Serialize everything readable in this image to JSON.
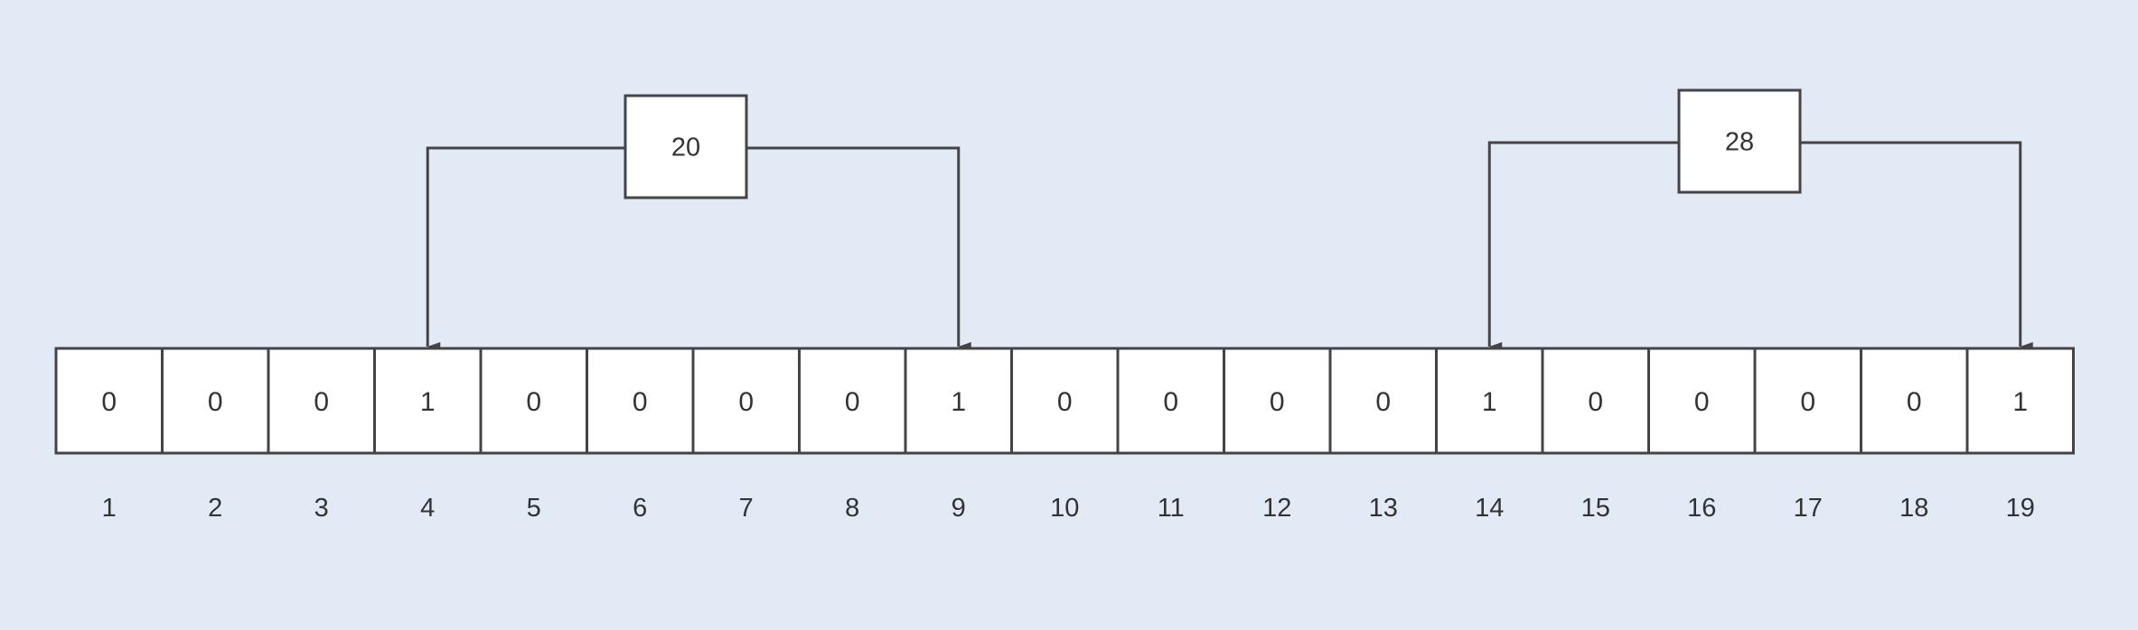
{
  "bit_array": {
    "cells": [
      "0",
      "0",
      "0",
      "1",
      "0",
      "0",
      "0",
      "0",
      "1",
      "0",
      "0",
      "0",
      "0",
      "1",
      "0",
      "0",
      "0",
      "0",
      "1"
    ],
    "indices": [
      "1",
      "2",
      "3",
      "4",
      "5",
      "6",
      "7",
      "8",
      "9",
      "10",
      "11",
      "12",
      "13",
      "14",
      "15",
      "16",
      "17",
      "18",
      "19"
    ]
  },
  "hash_keys": [
    {
      "label": "20",
      "targets": [
        4,
        9
      ]
    },
    {
      "label": "28",
      "targets": [
        14,
        19
      ]
    }
  ],
  "colors": {
    "background": "#e2eaf6",
    "stroke": "#444444",
    "cell_fill": "#ffffff",
    "text": "#333333"
  }
}
